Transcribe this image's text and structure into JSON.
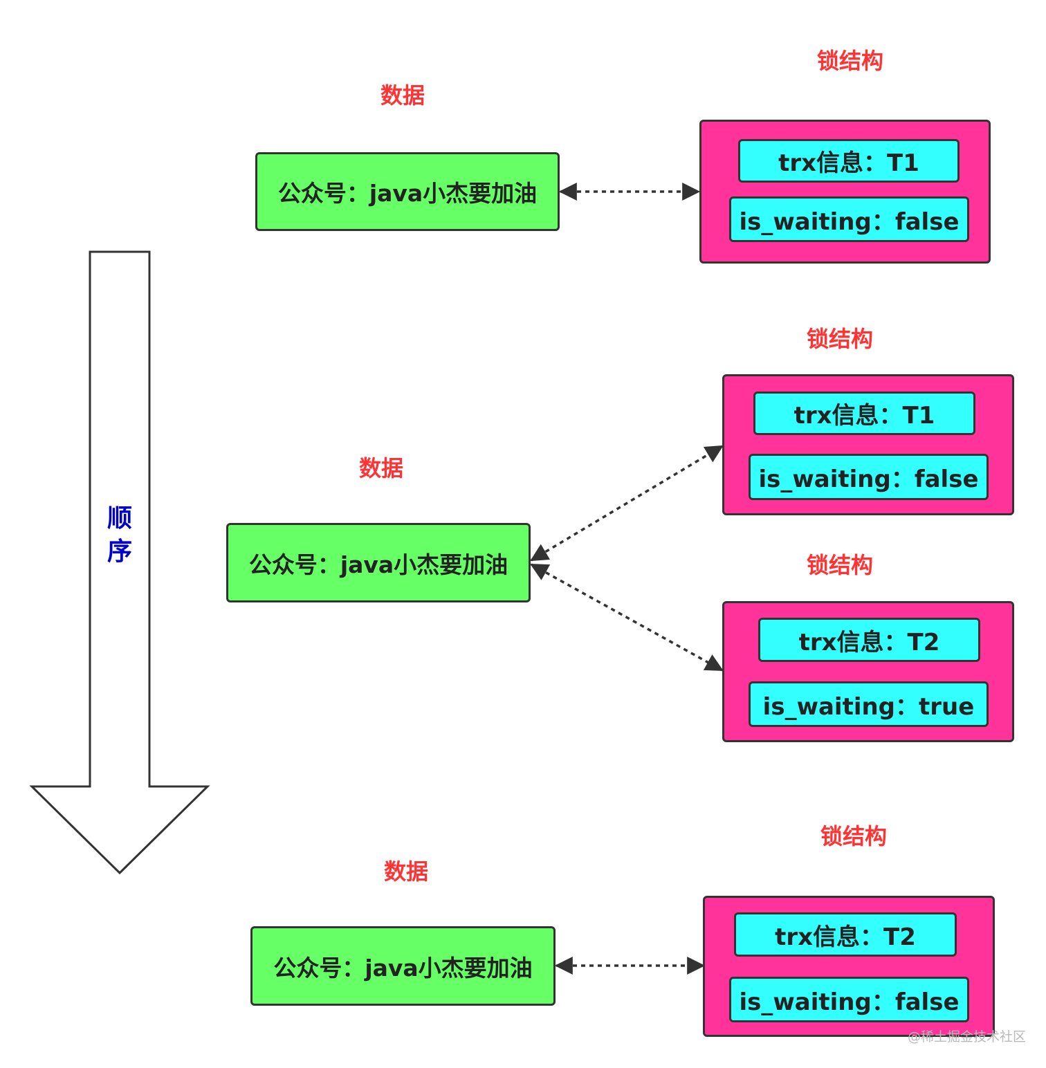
{
  "order_label": "顺\n序",
  "watermark": "@稀土掘金技术社区",
  "stages": [
    {
      "data_label": "数据",
      "data_value": "公众号：java小杰要加油",
      "locks": [
        {
          "label": "锁结构",
          "trx": "trx信息：T1",
          "waiting": "is_waiting：false"
        }
      ]
    },
    {
      "data_label": "数据",
      "data_value": "公众号：java小杰要加油",
      "locks": [
        {
          "label": "锁结构",
          "trx": "trx信息：T1",
          "waiting": "is_waiting：false"
        },
        {
          "label": "锁结构",
          "trx": "trx信息：T2",
          "waiting": "is_waiting：true"
        }
      ]
    },
    {
      "data_label": "数据",
      "data_value": "公众号：java小杰要加油",
      "locks": [
        {
          "label": "锁结构",
          "trx": "trx信息：T2",
          "waiting": "is_waiting：false"
        }
      ]
    }
  ]
}
